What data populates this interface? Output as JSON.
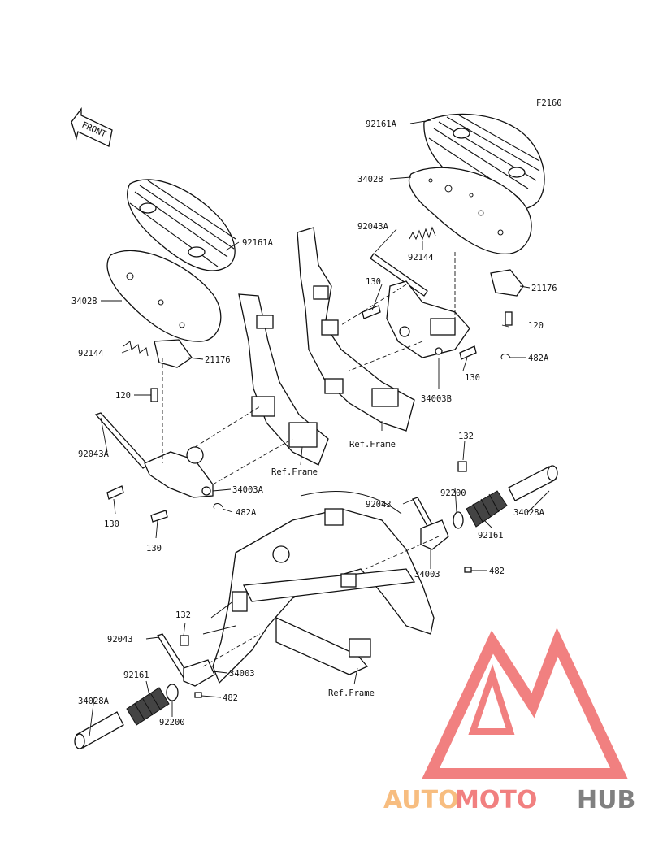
{
  "figure_code": "F2160",
  "direction_label": "FRONT",
  "labels": {
    "l_92161A_top": "92161A",
    "l_34028_top": "34028",
    "l_92043A_top": "92043A",
    "l_92144_top": "92144",
    "l_130_top": "130",
    "l_21176_top": "21176",
    "l_120_top": "120",
    "l_482A_top": "482A",
    "l_130_top2": "130",
    "l_34003B": "34003B",
    "l_refframe_top": "Ref.Frame",
    "l_92161A_left": "92161A",
    "l_34028_left": "34028",
    "l_92144_left": "92144",
    "l_21176_left": "21176",
    "l_120_left": "120",
    "l_92043A_left": "92043A",
    "l_refframe_mid": "Ref.Frame",
    "l_34003A": "34003A",
    "l_130_left": "130",
    "l_482A_left": "482A",
    "l_130_left2": "130",
    "l_132_right": "132",
    "l_92200_right": "92200",
    "l_92043_right": "92043",
    "l_34028A_right": "34028A",
    "l_92161_right": "92161",
    "l_34003_right": "34003",
    "l_482_right": "482",
    "l_132_left": "132",
    "l_92043_left": "92043",
    "l_34003_left": "34003",
    "l_92161_left": "92161",
    "l_482_left": "482",
    "l_34028A_left": "34028A",
    "l_92200_left": "92200",
    "l_refframe_bottom": "Ref.Frame"
  },
  "watermark": {
    "part1": "AUTO",
    "part2": "MOTO",
    "part3": "HUB",
    "color_orange": "#f6b26b",
    "color_red": "#ef6a6a",
    "color_gray": "#6b6b6b"
  }
}
